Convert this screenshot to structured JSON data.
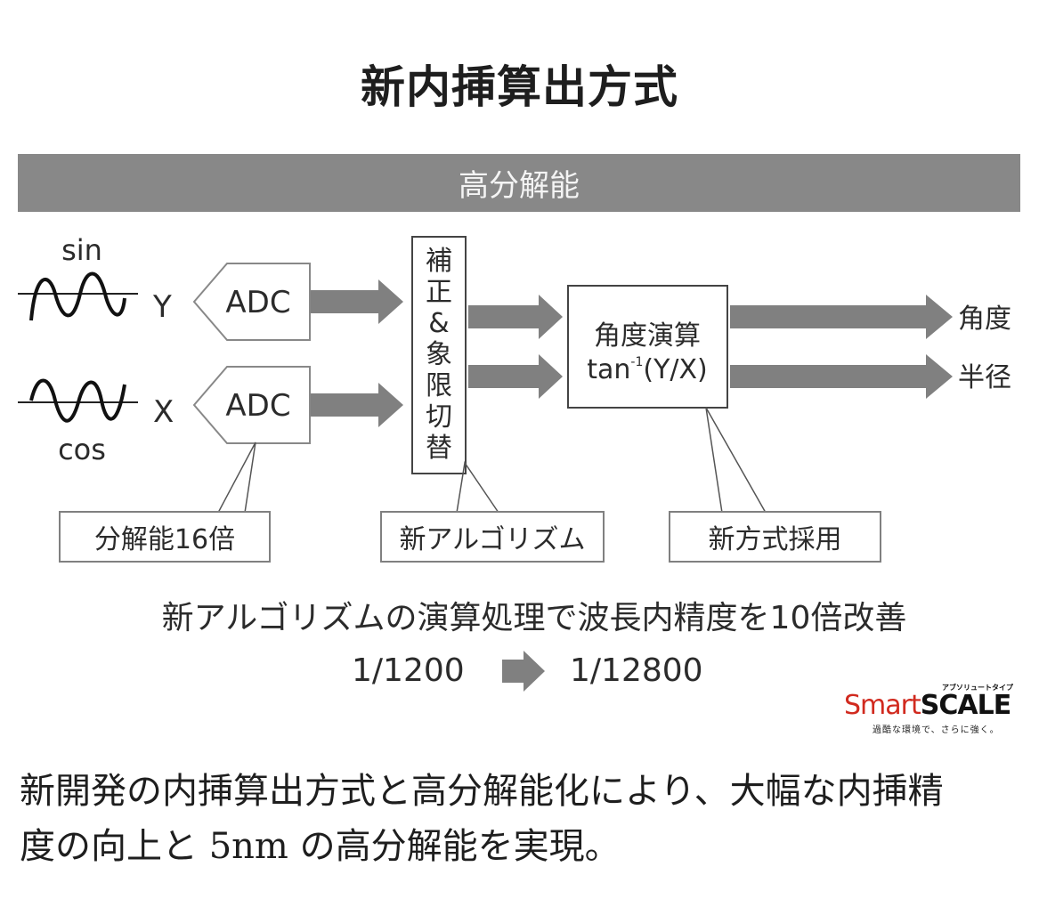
{
  "title": "新内挿算出方式",
  "banner": "高分解能",
  "signals": {
    "sin_label": "sin",
    "cos_label": "cos",
    "y_label": "Y",
    "x_label": "X"
  },
  "adc": {
    "top_label": "ADC",
    "bottom_label": "ADC"
  },
  "correction_box": {
    "chars": [
      "補",
      "正",
      "&",
      "象",
      "限",
      "切",
      "替"
    ]
  },
  "angle_box": {
    "line1": "角度演算",
    "line2_prefix": "tan",
    "line2_sup": "-1",
    "line2_suffix": "(Y/X)"
  },
  "outputs": {
    "angle": "角度",
    "radius": "半径"
  },
  "callouts": {
    "resolution": "分解能16倍",
    "algorithm": "新アルゴリズム",
    "method": "新方式採用"
  },
  "note": "新アルゴリズムの演算処理で波長内精度を10倍改善",
  "ratio": {
    "before": "1/1200",
    "after": "1/12800"
  },
  "logo": {
    "smart": "Smart",
    "scale": "SCALE",
    "superscript": "アブソリュートタイプ",
    "tagline": "過酷な環境で、さらに強く。"
  },
  "body_text": {
    "line1": "新開発の内挿算出方式と高分解能化により、大幅な内挿精",
    "line2": "度の向上と 5nm の高分解能を実現。"
  },
  "colors": {
    "banner": "#888888",
    "arrow": "#808080",
    "logo_red": "#d12a1f"
  }
}
